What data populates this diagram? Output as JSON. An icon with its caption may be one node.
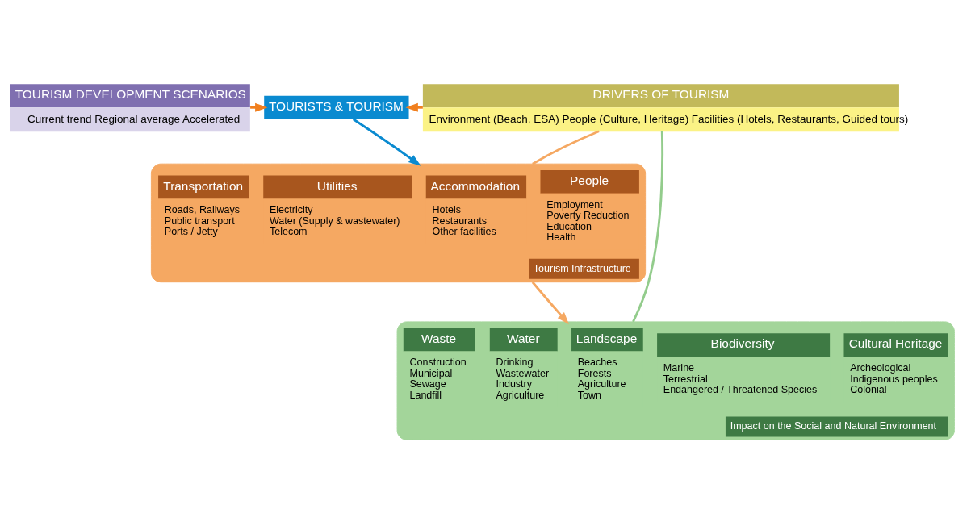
{
  "diagram": {
    "nodes": [
      {
        "text": [
          "TOURISM DEVELOPMENT SCENARIOS",
          "Current trend Regional average Accelerated"
        ]
      },
      {
        "text": [
          "TOURISTS & TOURISM"
        ]
      },
      {
        "text": [
          "DRIVERS OF TOURISM",
          "Environment (Beach, ESA) People (Culture, Heritage) Facilities (Hotels, Restaurants, Guided tours)"
        ]
      },
      {
        "text": [
          "Tourism Infrastructure"
        ]
      },
      {
        "text": [
          "Transportation",
          "Roads, Railways",
          "Public transport",
          "Ports / Jetty"
        ],
        "in": 3
      },
      {
        "text": [
          "Utilities",
          "Electricity",
          "Water (Supply & wastewater)",
          "Telecom"
        ],
        "in": 3
      },
      {
        "text": [
          "Accommodation",
          "Hotels",
          "Restaurants",
          "Other facilities"
        ],
        "in": 3
      },
      {
        "text": [
          "People",
          "Employment",
          "Poverty Reduction",
          "Education",
          "Health"
        ],
        "in": 3
      },
      {
        "text": [
          "Impact on the Social and Natural Environment"
        ]
      },
      {
        "text": [
          "Waste",
          "Construction",
          "Municipal",
          "Sewage",
          "Landfill"
        ],
        "in": 8
      },
      {
        "text": [
          "Water",
          "Drinking",
          "Wastewater",
          "Industry",
          "Agriculture"
        ],
        "in": 8
      },
      {
        "text": [
          "Landscape",
          "Beaches",
          "Forests",
          "Agriculture",
          "Town"
        ],
        "in": 8
      },
      {
        "text": [
          "Biodiversity",
          "Marine",
          "Terrestrial",
          "Endangered / Threatened Species"
        ],
        "in": 8
      },
      {
        "text": [
          "Cultural Heritage",
          "Archeological",
          "Indigenous peoples",
          "Colonial"
        ],
        "in": 8
      }
    ],
    "edges": [
      {
        "from": 0,
        "to": 1,
        "arrow": "to",
        "color": "#f07f1e"
      },
      {
        "from": 2,
        "to": 1,
        "arrow": "to",
        "color": "#f07f1e"
      },
      {
        "from": 1,
        "to": 3,
        "arrow": "to",
        "color": "#0a8ad0"
      },
      {
        "from": 3,
        "to": 8,
        "arrow": "to",
        "color": "#f5a862"
      },
      {
        "from": 2,
        "to": 3,
        "arrow": "none",
        "color": "#f5a862"
      },
      {
        "from": 2,
        "to": 8,
        "arrow": "none",
        "color": "#93cc8c"
      }
    ]
  }
}
